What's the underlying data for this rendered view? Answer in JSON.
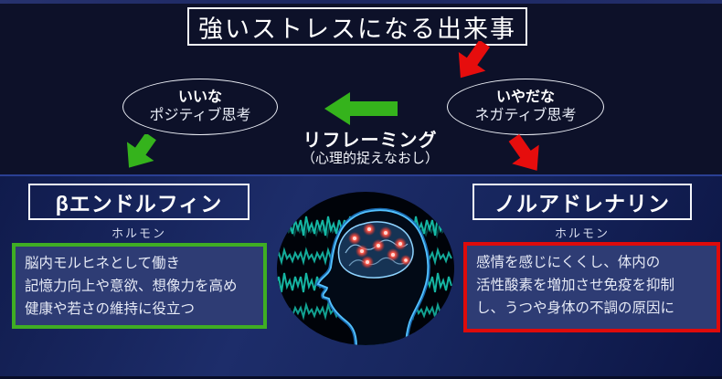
{
  "stress_event_box": {
    "label": "強いストレスになる出来事"
  },
  "positive_thought": {
    "line1": "いいな",
    "line2": "ポジティブ思考"
  },
  "negative_thought": {
    "line1": "いやだな",
    "line2": "ネガティブ思考"
  },
  "reframing": {
    "title": "リフレーミング",
    "subtitle": "（心理的捉えなおし）"
  },
  "endorphin_panel": {
    "title": "βエンドルフィン",
    "type_label": "ホルモン",
    "description": "脳内モルヒネとして働き\n記憶力向上や意欲、想像力を高め\n健康や若さの維持に役立つ"
  },
  "noradrenaline_panel": {
    "title": "ノルアドレナリン",
    "type_label": "ホルモン",
    "description": "感情を感じにくくし、体内の\n活性酸素を増加させ免疫を抑制\nし、うつや身体の不調の原因に"
  },
  "center_image": {
    "alt": "脳とEEG波形のイメージ"
  },
  "colors": {
    "positive_green": "#35b31c",
    "negative_red": "#e60d0d",
    "good_box_border": "#3fae23",
    "bad_box_border": "#de0b0b",
    "background_top": "#0d1129",
    "background_bottom": "#17265e",
    "eeg_teal": "#17c9b4"
  }
}
